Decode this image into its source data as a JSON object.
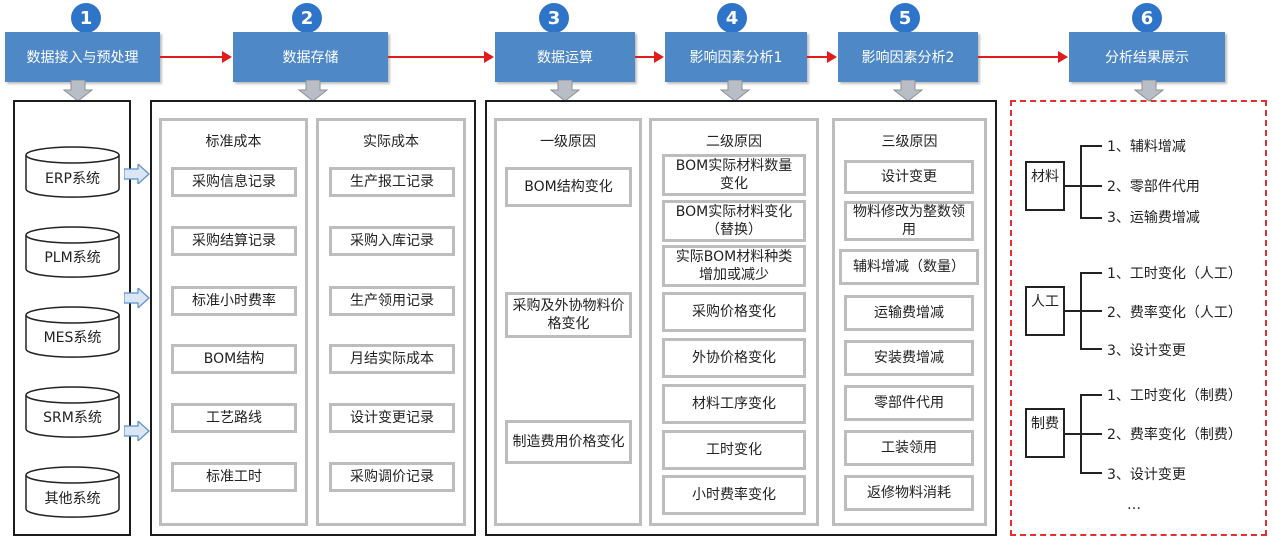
{
  "steps": [
    {
      "num": "1",
      "label": "数据接入与预处理"
    },
    {
      "num": "2",
      "label": "数据存储"
    },
    {
      "num": "3",
      "label": "数据运算"
    },
    {
      "num": "4",
      "label": "影响因素分析1"
    },
    {
      "num": "5",
      "label": "影响因素分析2"
    },
    {
      "num": "6",
      "label": "分析结果展示"
    }
  ],
  "systems": [
    "ERP系统",
    "PLM系统",
    "MES系统",
    "SRM系统",
    "其他系统"
  ],
  "storage": {
    "standard": {
      "title": "标准成本",
      "items": [
        "采购信息记录",
        "采购结算记录",
        "标准小时费率",
        "BOM结构",
        "工艺路线",
        "标准工时"
      ]
    },
    "actual": {
      "title": "实际成本",
      "items": [
        "生产报工记录",
        "采购入库记录",
        "生产领用记录",
        "月结实际成本",
        "设计变更记录",
        "采购调价记录"
      ]
    }
  },
  "reasons": {
    "level1": {
      "title": "一级原因",
      "items": [
        "BOM结构变化",
        "采购及外协物料价格变化",
        "制造费用价格变化"
      ]
    },
    "level2": {
      "title": "二级原因",
      "items": [
        "BOM实际材料数量变化",
        "BOM实际材料变化（替换）",
        "实际BOM材料种类增加或减少",
        "采购价格变化",
        "外协价格变化",
        "材料工序变化",
        "工时变化",
        "小时费率变化"
      ]
    },
    "level3": {
      "title": "三级原因",
      "items": [
        "设计变更",
        "物料修改为整数领用",
        "辅料增减（数量）",
        "运输费增减",
        "安装费增减",
        "零部件代用",
        "工装领用",
        "返修物料消耗"
      ]
    }
  },
  "results": [
    {
      "category": "材料",
      "items": [
        "1、辅料增减",
        "2、零部件代用",
        "3、运输费增减"
      ]
    },
    {
      "category": "人工",
      "items": [
        "1、工时变化（人工）",
        "2、费率变化（人工）",
        "3、设计变更"
      ]
    },
    {
      "category": "制费",
      "items": [
        "1、工时变化（制费）",
        "2、费率变化（制费）",
        "3、设计变更"
      ]
    }
  ],
  "ellipsis": "…",
  "colors": {
    "stage": "#4f88c6",
    "circle": "#2e74c9",
    "flow_arrow": "#e21b1b",
    "result_border": "#e03030",
    "item_border": "#bdbdbd"
  }
}
